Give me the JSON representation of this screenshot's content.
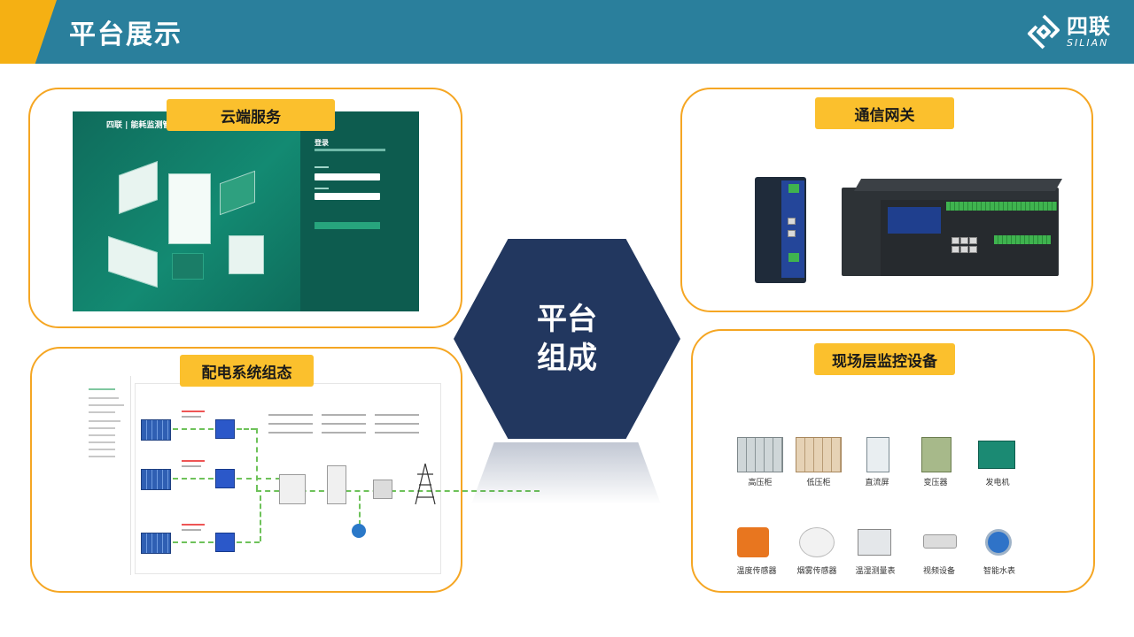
{
  "header": {
    "title": "平台展示",
    "logo_cn": "四联",
    "logo_en": "SILIAN"
  },
  "center": {
    "label": "平台组成"
  },
  "panels": {
    "cloud": {
      "tag": "云端服务",
      "brand": "四联 | 能耗监测管",
      "login_title": "登录"
    },
    "distribution": {
      "tag": "配电系统组态"
    },
    "gateway": {
      "tag": "通信网关"
    },
    "field": {
      "tag": "现场层监控设备",
      "row1": [
        "高压柜",
        "低压柜",
        "直流屏",
        "变压器",
        "发电机"
      ],
      "row2": [
        "温度传感器",
        "烟雾传感器",
        "温湿测量表",
        "视频设备",
        "智能水表"
      ]
    }
  },
  "colors": {
    "header": "#2a7f9c",
    "accent": "#f5b013",
    "hex": "#22375f",
    "panel_border": "#f5a623",
    "tag": "#fbc02d"
  }
}
